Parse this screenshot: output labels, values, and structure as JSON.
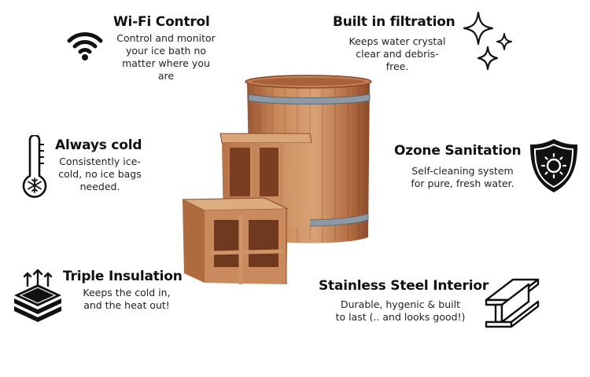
{
  "features": {
    "wifi": {
      "title": "Wi-Fi Control",
      "lines": [
        "Control and monitor",
        "your ice bath no",
        "matter where you",
        "are"
      ],
      "icon": "wifi-icon"
    },
    "filtration": {
      "title": "Built in filtration",
      "lines": [
        "Keeps water crystal",
        "clear and debris-",
        "free."
      ],
      "icon": "sparkles-icon"
    },
    "cold": {
      "title": "Always cold",
      "lines": [
        "Consistently ice-",
        "cold, no ice bags",
        "needed."
      ],
      "icon": "thermometer-snowflake-icon"
    },
    "ozone": {
      "title": "Ozone Sanitation",
      "lines": [
        "Self-cleaning system",
        "for pure, fresh water."
      ],
      "icon": "shield-sun-icon"
    },
    "insulation": {
      "title": "Triple Insulation",
      "lines": [
        "Keeps the cold in,",
        "and the heat out!"
      ],
      "icon": "insulation-layers-icon"
    },
    "steel": {
      "title": "Stainless Steel Interior",
      "lines": [
        "Durable, hygenic & built",
        "to last (.. and looks good!)"
      ],
      "icon": "steel-beam-icon"
    }
  },
  "colors": {
    "wood_light": "#d39a6a",
    "wood_mid": "#b8734a",
    "wood_dark": "#8a4e2e",
    "band": "#7d8a96",
    "text": "#1a1a1a"
  }
}
